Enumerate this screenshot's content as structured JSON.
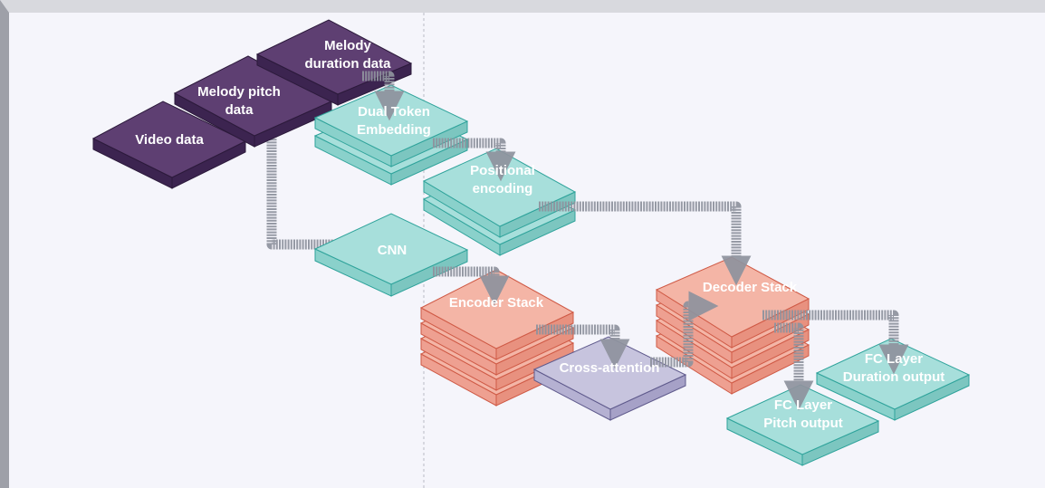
{
  "colors": {
    "purple_top": "#5e3f72",
    "purple_side": "#3c2450",
    "teal_top": "#a7dfdb",
    "teal_side": "#8ad1cb",
    "teal_stroke": "#2fa39b",
    "salmon_top": "#f4b5a6",
    "salmon_side": "#eea091",
    "salmon_stroke": "#cf5a46",
    "lavender_top": "#c7c4de",
    "lavender_side": "#b5b1d2",
    "lavender_stroke": "#5f5a8c",
    "arrow": "#8f939e"
  },
  "diagram": {
    "inputs": {
      "melody_duration": [
        "Melody",
        "duration data"
      ],
      "melody_pitch": [
        "Melody pitch",
        "data"
      ],
      "video": [
        "Video data"
      ]
    },
    "blocks": {
      "dual_token": [
        "Dual Token",
        "Embedding"
      ],
      "positional": [
        "Positional",
        "encoding"
      ],
      "cnn": [
        "CNN"
      ],
      "encoder": [
        "Encoder Stack"
      ],
      "cross_attention": [
        "Cross-attention"
      ],
      "decoder": [
        "Decoder Stack"
      ],
      "fc_duration": [
        "FC Layer",
        "Duration output"
      ],
      "fc_pitch": [
        "FC Layer",
        "Pitch output"
      ]
    }
  }
}
